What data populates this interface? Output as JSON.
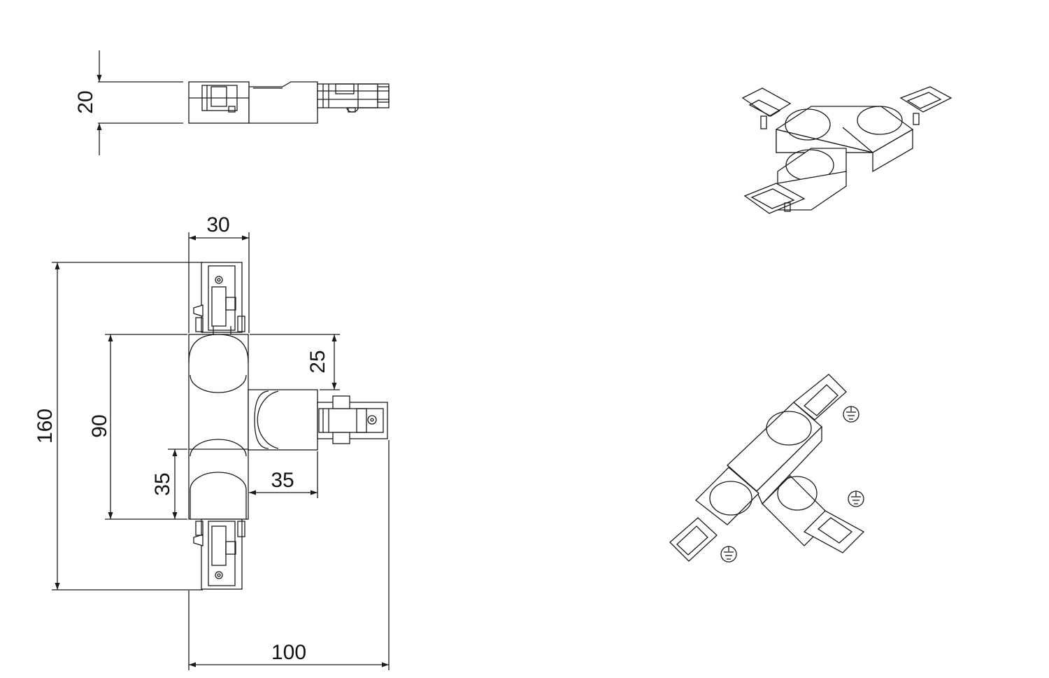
{
  "drawing": {
    "colors": {
      "line": "#1a1a1a",
      "body": "#ffffff"
    },
    "dimensions": {
      "height_side": "20",
      "width_top": "30",
      "overall_length": "160",
      "inner_span": "90",
      "branch_offset": "25",
      "body_length": "35",
      "branch_width": "35",
      "overall_width": "100"
    },
    "symbols": [
      "ground-symbol",
      "ground-symbol",
      "ground-symbol"
    ]
  }
}
